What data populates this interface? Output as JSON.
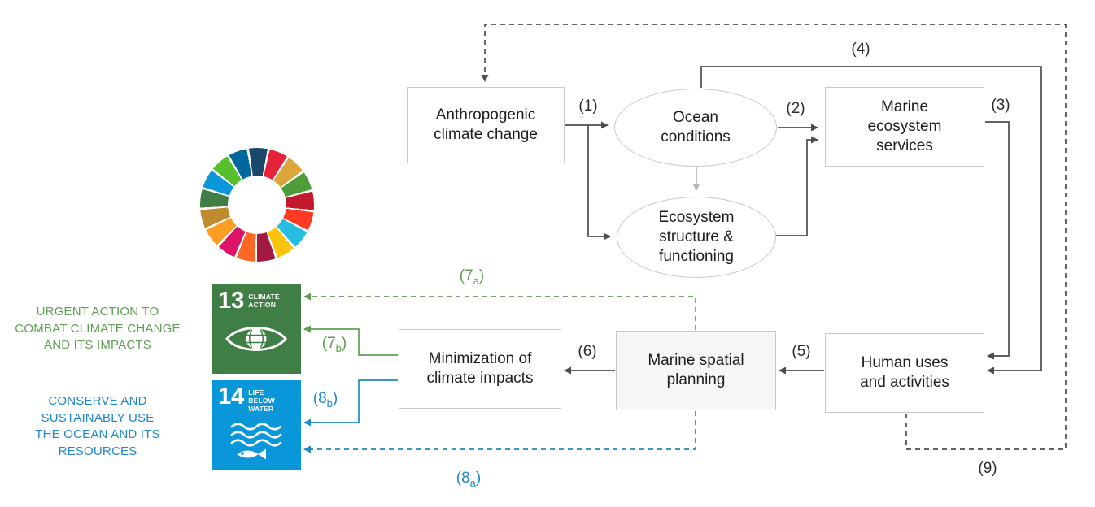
{
  "colors": {
    "dark": "#4d4d4d",
    "gray": "#b5b5b5",
    "green": "#5f9e53",
    "blue": "#1e88c8",
    "sdg13": "#3F7E44",
    "sdg14": "#0A97D9",
    "border": "#c9c9c9"
  },
  "nodes": {
    "anthropogenic_climate_change": "Anthropogenic climate change",
    "ocean_conditions": "Ocean conditions",
    "ecosystem_structure_functioning": "Ecosystem structure & functioning",
    "marine_ecosystem_services": "Marine ecosystem services",
    "human_uses_activities": "Human uses and activities",
    "marine_spatial_planning": "Marine spatial planning",
    "minimization_climate_impacts": "Minimization of climate impacts"
  },
  "edge_labels": {
    "n1": "(1)",
    "n2": "(2)",
    "n3": "(3)",
    "n4": "(4)",
    "n5": "(5)",
    "n6": "(6)",
    "n9": "(9)",
    "n7_open": "(7",
    "n8_open": "(8",
    "sub_a": "a",
    "sub_b": "b",
    "close": ")"
  },
  "sdg": {
    "wheel_colors": [
      "#19486A",
      "#E5243B",
      "#DDA63A",
      "#4C9F38",
      "#C5192D",
      "#FF3A21",
      "#26BDE2",
      "#FCC30B",
      "#A21942",
      "#FD6925",
      "#DD1367",
      "#FD9D24",
      "#BF8B2E",
      "#3F7E44",
      "#0A97D9",
      "#56C02B",
      "#00689D"
    ],
    "goal13": {
      "number": "13",
      "title_lines": [
        "CLIMATE",
        "ACTION"
      ],
      "caption_lines": [
        "URGENT ACTION TO",
        "COMBAT CLIMATE CHANGE",
        "AND ITS IMPACTS"
      ]
    },
    "goal14": {
      "number": "14",
      "title_lines": [
        "LIFE",
        "BELOW WATER"
      ],
      "caption_lines": [
        "CONSERVE AND",
        "SUSTAINABLY USE",
        "THE OCEAN AND ITS",
        "RESOURCES"
      ]
    }
  }
}
